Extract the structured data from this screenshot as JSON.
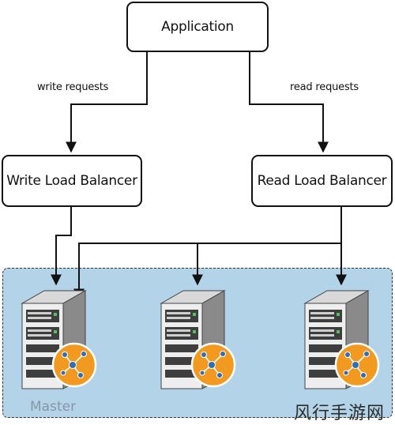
{
  "nodes": {
    "application": "Application",
    "write_lb": "Write Load Balancer",
    "read_lb": "Read Load Balancer"
  },
  "edges": {
    "write_requests": "write requests",
    "read_requests": "read requests"
  },
  "cluster": {
    "label": "Master",
    "server_count": 3
  },
  "icons": [
    "server-icon",
    "replication-node-icon"
  ],
  "colors": {
    "cluster_fill": "#b3d4e8",
    "badge_orange": "#f29a1f",
    "badge_node": "#2f6db4"
  },
  "watermark": "风行手游网"
}
